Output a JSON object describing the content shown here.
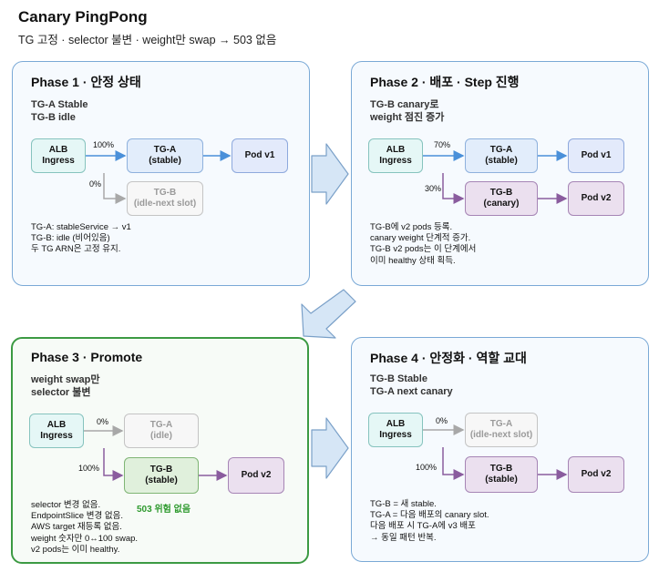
{
  "title": "Canary PingPong",
  "subtitle": "TG 고정 · selector 불변 · weight만 swap → 503 없음",
  "phases": [
    {
      "title": "Phase 1 · 안정 상태",
      "sub": [
        "TG-A Stable",
        "TG-B idle"
      ],
      "alb": [
        "ALB",
        "Ingress"
      ],
      "tg_top": [
        "TG-A",
        "(stable)"
      ],
      "tg_bottom": [
        "TG-B",
        "(idle-next slot)"
      ],
      "pod_top": "Pod v1",
      "pod_bottom": "",
      "weight_top": "100%",
      "weight_bottom": "0%",
      "desc": [
        "TG-A: stableService → v1",
        "TG-B: idle (비어있음)",
        "두 TG ARN은 고정 유지."
      ],
      "note": ""
    },
    {
      "title": "Phase 2 · 배포 · Step 진행",
      "sub": [
        "TG-B canary로",
        "weight 점진 증가"
      ],
      "alb": [
        "ALB",
        "Ingress"
      ],
      "tg_top": [
        "TG-A",
        "(stable)"
      ],
      "tg_bottom": [
        "TG-B",
        "(canary)"
      ],
      "pod_top": "Pod v1",
      "pod_bottom": "Pod v2",
      "weight_top": "70%",
      "weight_bottom": "30%",
      "desc": [
        "TG-B에 v2 pods 등록.",
        "canary weight 단계적 증가.",
        "TG-B v2 pods는 이 단계에서",
        "이미 healthy 상태 획득."
      ],
      "note": ""
    },
    {
      "title": "Phase 3 · Promote",
      "sub": [
        "weight swap만",
        "selector 불변"
      ],
      "alb": [
        "ALB",
        "Ingress"
      ],
      "tg_top": [
        "TG-A",
        "(idle)"
      ],
      "tg_bottom": [
        "TG-B",
        "(stable)"
      ],
      "pod_top": "",
      "pod_bottom": "Pod v2",
      "weight_top": "0%",
      "weight_bottom": "100%",
      "desc": [
        "selector 변경 없음.",
        "EndpointSlice 변경 없음.",
        "AWS target 재등록 없음.",
        "weight 숫자만 0↔100 swap.",
        "v2 pods는 이미 healthy."
      ],
      "note": "503 위험 없음"
    },
    {
      "title": "Phase 4 · 안정화 · 역할 교대",
      "sub": [
        "TG-B Stable",
        "TG-A next canary"
      ],
      "alb": [
        "ALB",
        "Ingress"
      ],
      "tg_top": [
        "TG-A",
        "(idle-next slot)"
      ],
      "tg_bottom": [
        "TG-B",
        "(stable)"
      ],
      "pod_top": "",
      "pod_bottom": "Pod v2",
      "weight_top": "0%",
      "weight_bottom": "100%",
      "desc": [
        "TG-B = 새 stable.",
        "TG-A = 다음 배포의 canary slot.",
        "다음 배포 시 TG-A에 v3 배포",
        "→ 동일 패턴 반복."
      ],
      "note": ""
    }
  ],
  "colors": {
    "blue_arrow": "#4a90d9",
    "purple_arrow": "#8a5c9e",
    "gray_arrow": "#a8a8a8",
    "phase_border": "#7aa9d6",
    "promote_border": "#3c9a43",
    "safe_text": "#2e9a2e"
  }
}
